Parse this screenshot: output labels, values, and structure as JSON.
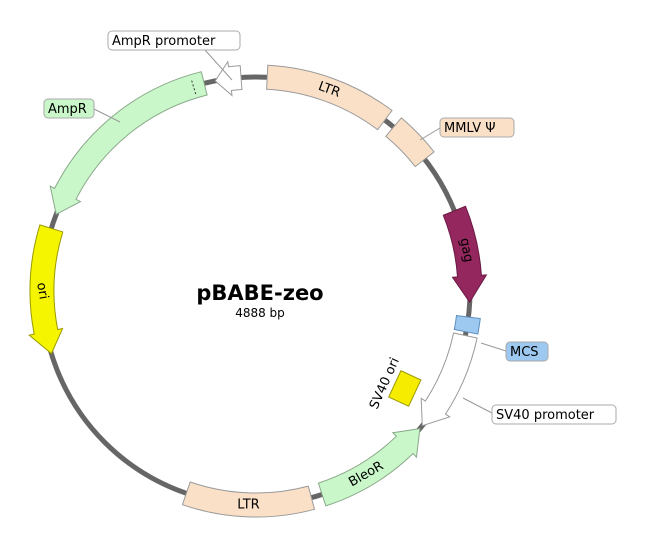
{
  "plasmid": {
    "name": "pBABE-zeo",
    "length_label": "4888 bp"
  },
  "features": [
    {
      "id": "ltr-top",
      "label": "LTR",
      "color": "#fbe0c8",
      "stroke": "#9a9a9a",
      "label_text_color": "#000000"
    },
    {
      "id": "mmlv-psi",
      "label": "MMLV Ψ",
      "color": "#fbe0c8",
      "stroke": "#9a9a9a",
      "label_box": "#fbe0c8"
    },
    {
      "id": "gag",
      "label": "gag",
      "color": "#93275e",
      "stroke": "#6a1a44",
      "label_text_color": "#ffffff"
    },
    {
      "id": "mcs",
      "label": "MCS",
      "color": "#9dc8f0",
      "stroke": "#5d8fbf",
      "label_box": "#9dc8f0"
    },
    {
      "id": "sv40-promoter",
      "label": "SV40 promoter",
      "color": "#ffffff",
      "stroke": "#9a9a9a",
      "label_box": "#ffffff"
    },
    {
      "id": "sv40-ori",
      "label": "SV40 ori",
      "color": "#f5ec00",
      "stroke": "#9a9a00"
    },
    {
      "id": "bleor",
      "label": "BleoR",
      "color": "#c9f7c9",
      "stroke": "#8aa88a",
      "label_text_color": "#000000"
    },
    {
      "id": "ltr-bottom",
      "label": "LTR",
      "color": "#fbe0c8",
      "stroke": "#9a9a9a"
    },
    {
      "id": "ori",
      "label": "ori",
      "color": "#f5f500",
      "stroke": "#9a9a00"
    },
    {
      "id": "ampr",
      "label": "AmpR",
      "color": "#c9f7c9",
      "stroke": "#8aa88a",
      "label_box": "#c9f7c9"
    },
    {
      "id": "ampr-promoter",
      "label": "AmpR promoter",
      "color": "#ffffff",
      "stroke": "#9a9a9a",
      "label_box": "#ffffff"
    }
  ],
  "backbone_color": "#666666",
  "inner_line_color": "#aaaaaa"
}
